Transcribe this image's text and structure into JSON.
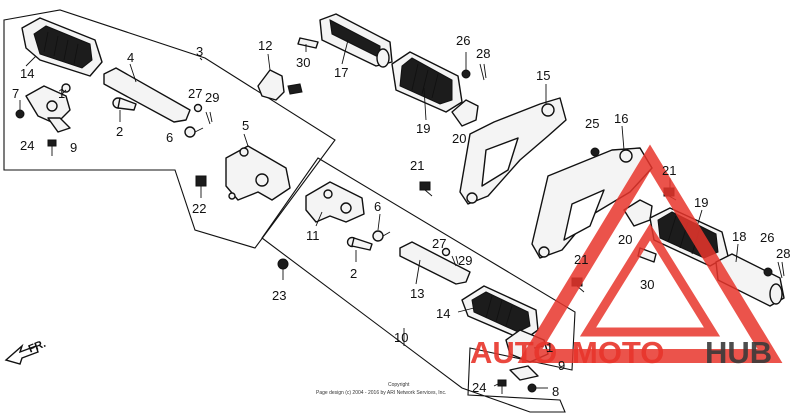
{
  "callouts": {
    "c1a": "1",
    "c2a": "2",
    "c3": "3",
    "c4": "4",
    "c5": "5",
    "c6a": "6",
    "c7": "7",
    "c9a": "9",
    "c12": "12",
    "c14a": "14",
    "c15": "15",
    "c16": "16",
    "c17": "17",
    "c19a": "19",
    "c20a": "20",
    "c21a": "21",
    "c22": "22",
    "c24a": "24",
    "c25": "25",
    "c26a": "26",
    "c27a": "27",
    "c28a": "28",
    "c29a": "29",
    "c30a": "30",
    "c2b": "2",
    "c6b": "6",
    "c10": "10",
    "c11": "11",
    "c13": "13",
    "c14b": "14",
    "c1b": "1",
    "c9b": "9",
    "c8": "8",
    "c24b": "24",
    "c23": "23",
    "c27b": "27",
    "c29b": "29",
    "c21b": "21",
    "c21c": "21",
    "c20b": "20",
    "c19b": "19",
    "c18": "18",
    "c26b": "26",
    "c28b": "28",
    "c30b": "30"
  },
  "front_arrow": {
    "label": "FR."
  },
  "copyright": {
    "line1": "Copyright",
    "line2": "Page design (c) 2004 - 2016 by ARI Network Services, Inc."
  },
  "watermark": {
    "auto": "AUTO",
    "moto": "MOTO",
    "hub": "HUB",
    "red": "#e8352b",
    "grey": "#3a3a3a"
  }
}
